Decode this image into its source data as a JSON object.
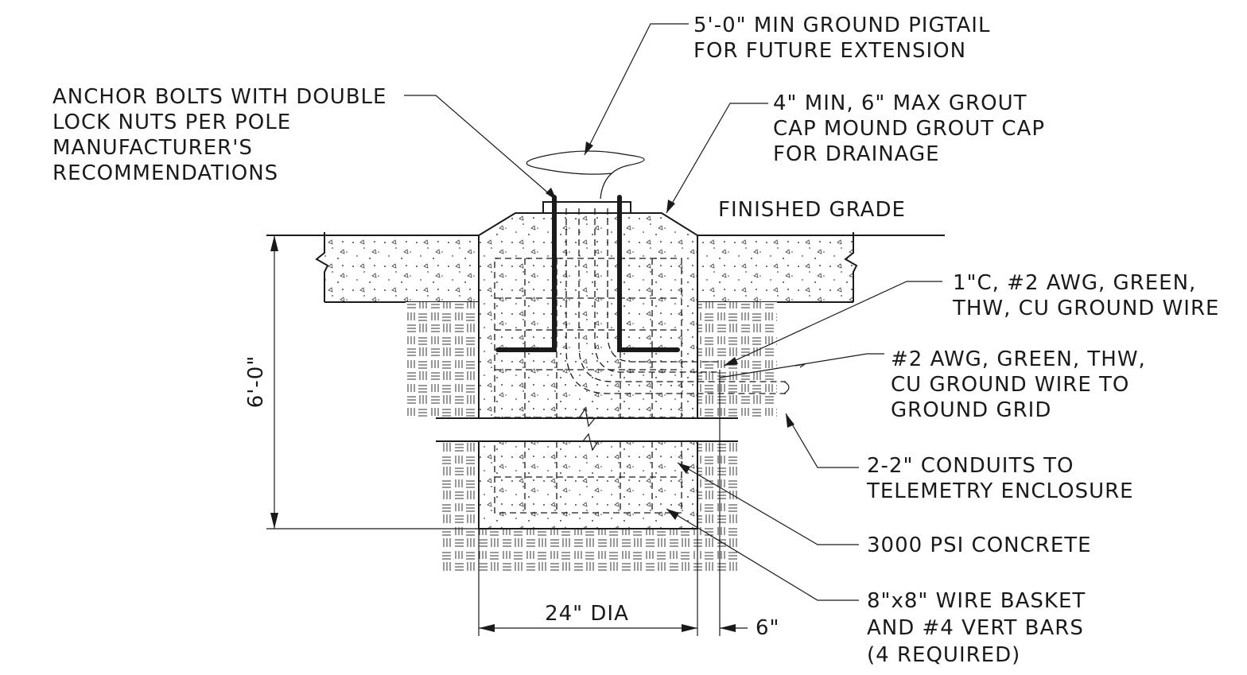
{
  "labels": {
    "pigtail": [
      "5'-0\" MIN GROUND PIGTAIL",
      "FOR FUTURE EXTENSION"
    ],
    "anchor_bolts": [
      "ANCHOR BOLTS WITH DOUBLE",
      "LOCK NUTS PER POLE",
      "MANUFACTURER'S",
      "RECOMMENDATIONS"
    ],
    "grout_cap": [
      "4\" MIN, 6\" MAX GROUT",
      "CAP MOUND GROUT CAP",
      "FOR DRAINAGE"
    ],
    "finished_grade": "FINISHED GRADE",
    "conduit_ground": [
      "1\"C, #2 AWG, GREEN,",
      "THW, CU GROUND WIRE"
    ],
    "ground_wire": [
      "#2 AWG, GREEN, THW,",
      "CU GROUND WIRE TO",
      "GROUND GRID"
    ],
    "conduits": [
      "2-2\" CONDUITS TO",
      "TELEMETRY ENCLOSURE"
    ],
    "concrete": "3000 PSI CONCRETE",
    "wire_basket": [
      "8\"x8\" WIRE BASKET",
      "AND #4 VERT BARS",
      "(4 REQUIRED)"
    ]
  },
  "dimensions": {
    "depth": "6'-0\"",
    "diameter": "24\" DIA",
    "offset": "6\""
  }
}
